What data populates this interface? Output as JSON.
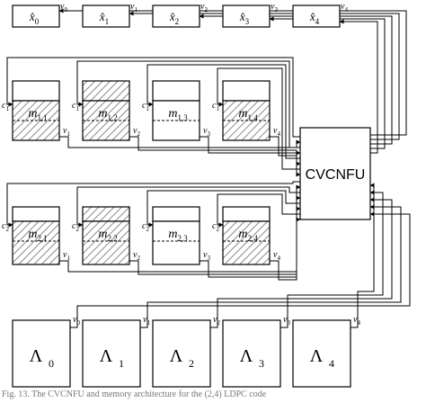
{
  "control_unit": {
    "label": "CVCNFU"
  },
  "estimates": [
    {
      "sym": "x̂",
      "sub": "0"
    },
    {
      "sym": "x̂",
      "sub": "1"
    },
    {
      "sym": "x̂",
      "sub": "2"
    },
    {
      "sym": "x̂",
      "sub": "3"
    },
    {
      "sym": "x̂",
      "sub": "4"
    }
  ],
  "memory_rows": [
    {
      "cells": [
        {
          "sym": "m",
          "sub": "1,1"
        },
        {
          "sym": "m",
          "sub": "1,2"
        },
        {
          "sym": "m",
          "sub": "1,3"
        },
        {
          "sym": "m",
          "sub": "1,4"
        }
      ]
    },
    {
      "cells": [
        {
          "sym": "m",
          "sub": "2,1"
        },
        {
          "sym": "m",
          "sub": "2,2"
        },
        {
          "sym": "m",
          "sub": "2,3"
        },
        {
          "sym": "m",
          "sub": "2,4"
        }
      ]
    }
  ],
  "llr_blocks": [
    {
      "sym": "Λ",
      "sub": "0"
    },
    {
      "sym": "Λ",
      "sub": "1"
    },
    {
      "sym": "Λ",
      "sub": "2"
    },
    {
      "sym": "Λ",
      "sub": "3"
    },
    {
      "sym": "Λ",
      "sub": "4"
    }
  ],
  "wire_labels": {
    "v": "v",
    "c": "c",
    "v_subs": [
      "0",
      "1",
      "2",
      "3",
      "4"
    ],
    "c_subs": [
      "1",
      "2"
    ]
  },
  "caption": "Fig. 13. The CVCNFU and memory architecture for the (2,4) LDPC code"
}
